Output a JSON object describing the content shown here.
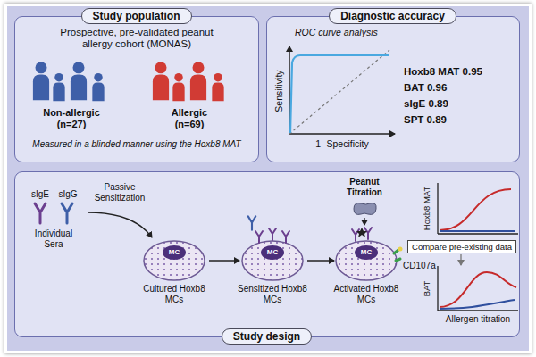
{
  "diagram": {
    "nodes": [
      {
        "text": [
          "Study population"
        ]
      },
      {
        "text": [
          "Diagnostic accuracy"
        ]
      },
      {
        "text": [
          "Study design"
        ]
      },
      {
        "text": [
          "Compare pre-existing data"
        ],
        "in": 2
      }
    ],
    "labels": [
      "Prospective, pre-validated peanut allergy cohort (MONAS)",
      "Non-allergic (n=27)",
      "Allergic (n=69)",
      "Measured in a blinded manner using the Hoxb8 MAT",
      "ROC curve analysis",
      "Sensitivity",
      "1- Specificity",
      "Hoxb8 MAT 0.95",
      "BAT 0.96",
      "sIgE 0.89",
      "SPT 0.89",
      "sIgE",
      "sIgG",
      "Individual Sera",
      "Passive Sensitization",
      "MC",
      "Cultured Hoxb8 MCs",
      "MC",
      "Sensitized Hoxb8 MCs",
      "Peanut Titration",
      "MC",
      "CD107a",
      "Activated Hoxb8 MCs",
      "Hoxb8 MAT",
      "BAT",
      "Allergen titration"
    ]
  }
}
